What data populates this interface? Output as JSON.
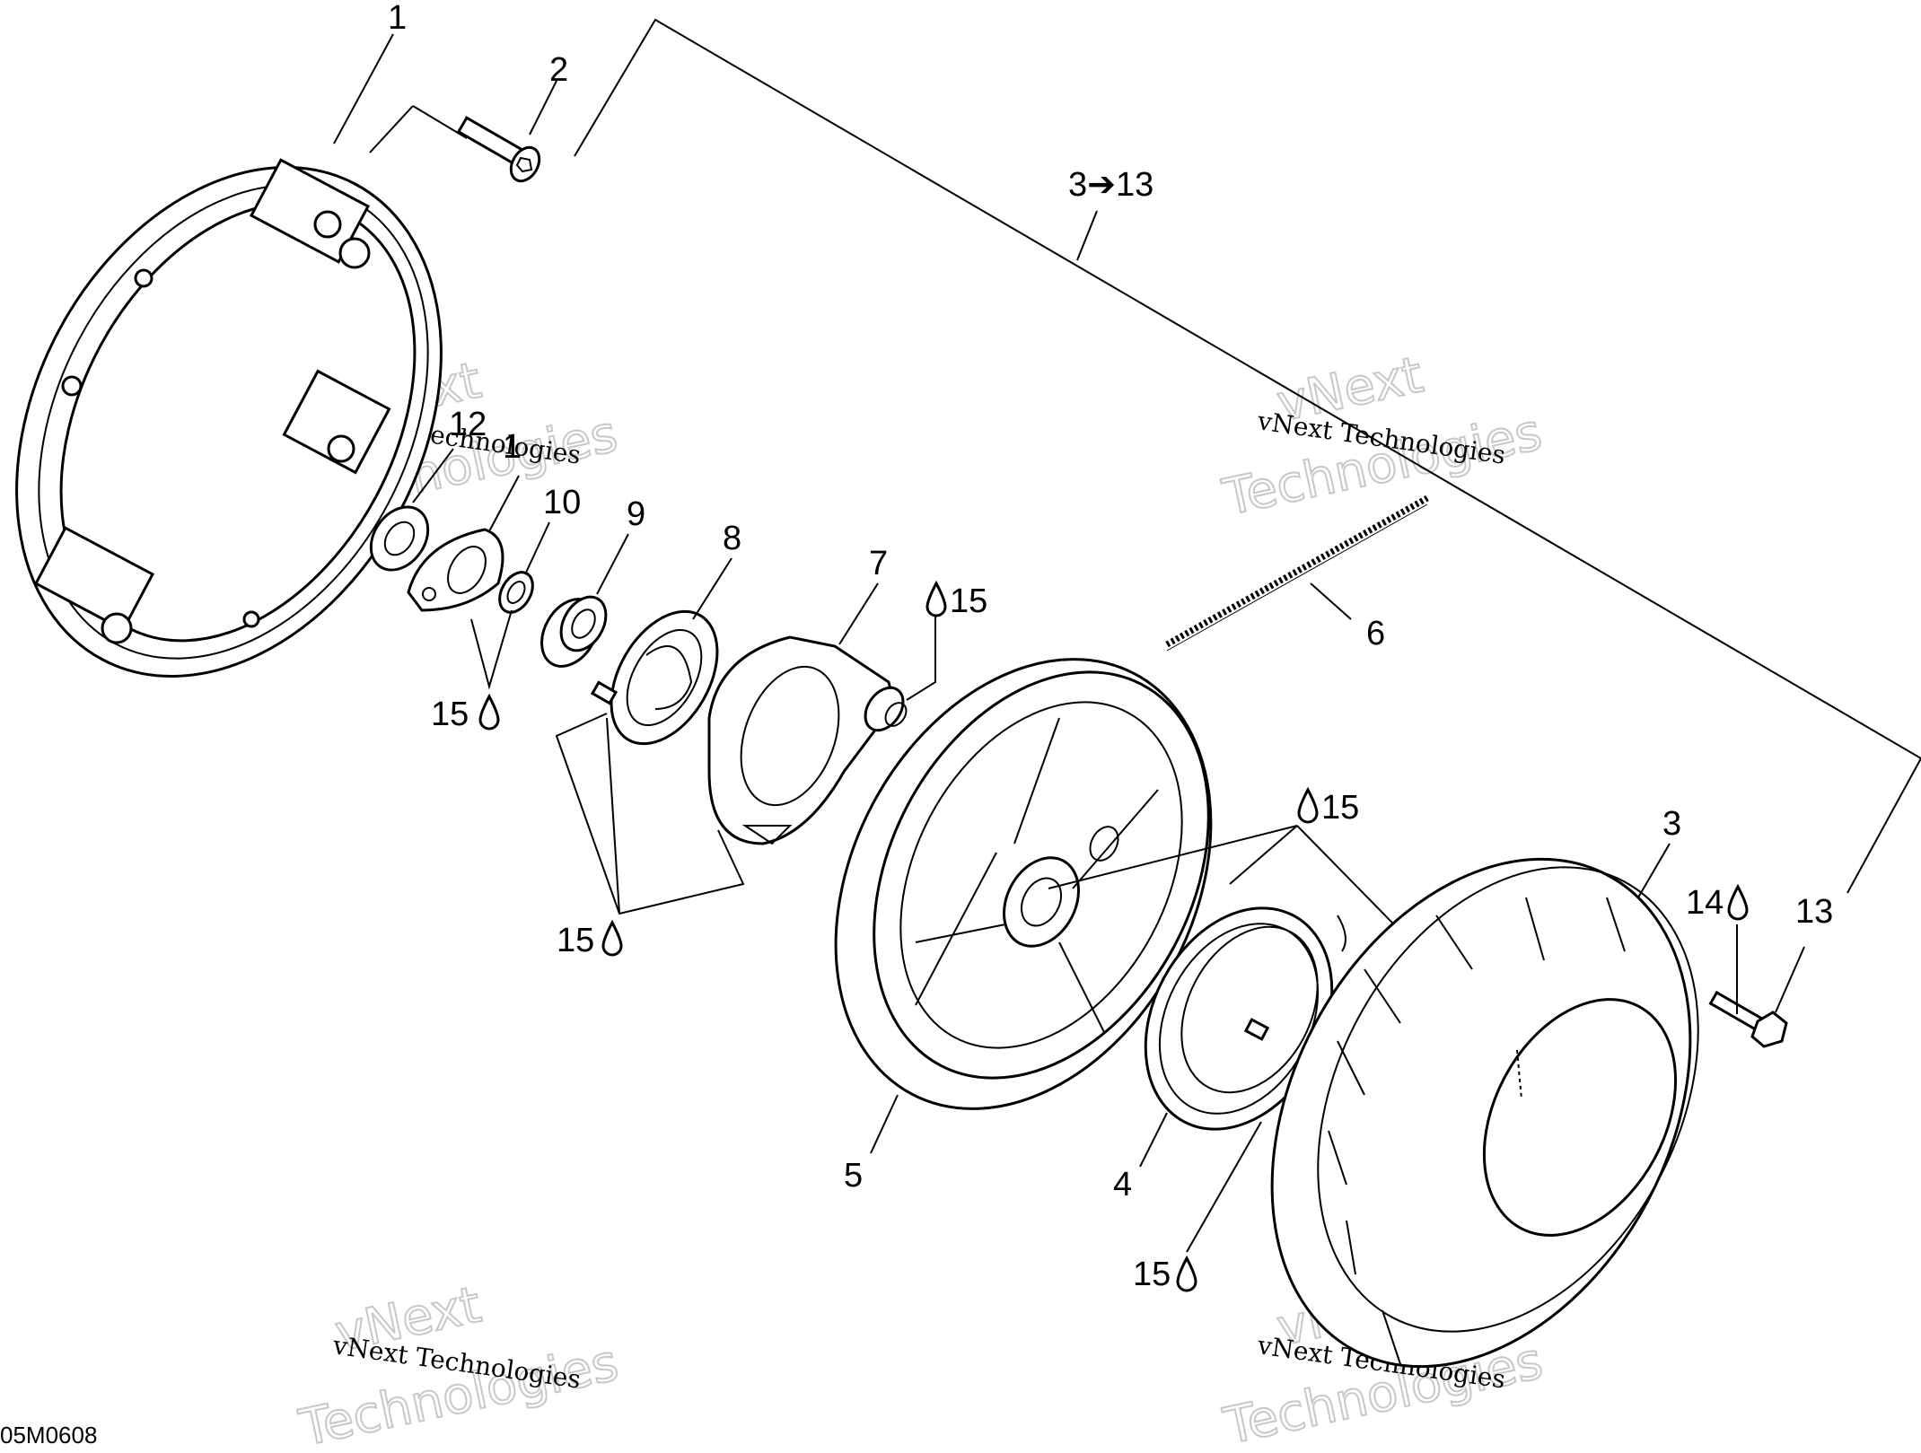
{
  "callouts": {
    "c1": "1",
    "c2": "2",
    "c3_13": "3➔13",
    "c12": "12",
    "c11": "1",
    "c10": "10",
    "c9": "9",
    "c8": "8",
    "c7": "7",
    "c15a": "15",
    "c6": "6",
    "c15b": "15",
    "c15c": "15",
    "c15d": "15",
    "c3": "3",
    "c14": "14",
    "c13": "13",
    "c5": "5",
    "c4": "4",
    "c15e": "15"
  },
  "watermarks": {
    "small_text": "vNext Technologies",
    "big_line1": "vNext",
    "big_line2": "Technologies"
  },
  "drawing_code": "05M0608",
  "icons": {
    "lubricant": "oil-drop-icon"
  }
}
